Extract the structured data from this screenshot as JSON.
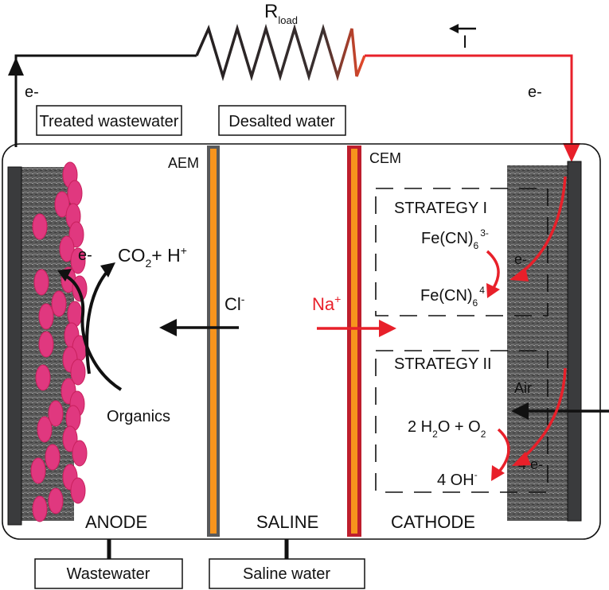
{
  "circuit": {
    "resistor_label": "R",
    "resistor_subscript": "load",
    "current_label": "I",
    "electron_left": "e-",
    "electron_right": "e-"
  },
  "boxes": {
    "treated": "Treated wastewater",
    "desalted": "Desalted water",
    "wastewater": "Wastewater",
    "saline_water": "Saline water"
  },
  "membranes": {
    "aem": "AEM",
    "cem": "CEM"
  },
  "chambers": {
    "anode": "ANODE",
    "saline": "SALINE",
    "cathode": "CATHODE"
  },
  "anode": {
    "electron": "e-",
    "co2": "CO",
    "co2_sub": "2",
    "plus_h": "+ H",
    "plus_h_sup": "+",
    "organics": "Organics"
  },
  "ions": {
    "cl": "Cl",
    "cl_sup": "-",
    "na": "Na",
    "na_sup": "+"
  },
  "strategy1": {
    "title": "STRATEGY I",
    "fe_base": "Fe(CN)",
    "sub": "6",
    "sup_ox": "3-",
    "sup_red": "4 -",
    "electron": "e-"
  },
  "strategy2": {
    "title": "STRATEGY II",
    "air": "Air",
    "h2o_pre": "2 H",
    "h2o_sub": "2",
    "h2o_post": "O + O",
    "o2_sub": "2",
    "electrons": "4 e-",
    "oh": "4 OH",
    "oh_sup": "-"
  },
  "colors": {
    "red": "#e8202a",
    "pink": "#e0387f",
    "membrane_orange": "#f7941d",
    "membrane_gray": "#58595b",
    "membrane_darkred": "#be1e2d",
    "electrode": "#3a3b3d",
    "black": "#111111"
  }
}
